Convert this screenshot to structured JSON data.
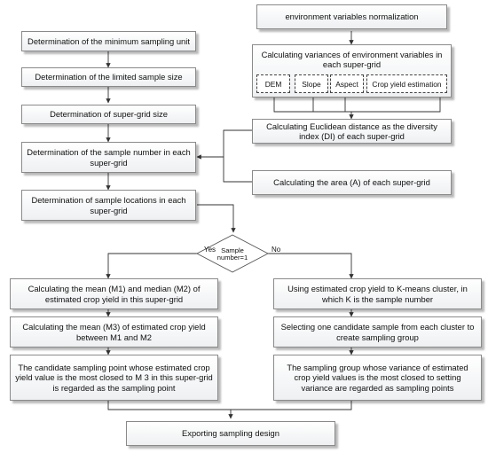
{
  "nodes": {
    "env_norm": "environment variables normalization",
    "min_unit": "Determination of the minimum sampling unit",
    "limited_size": "Determination of the limited sample size",
    "variances_title": "Calculating variances of environment variables in each super-grid",
    "super_grid_size": "Determination of super-grid size",
    "euclid": "Calculating Euclidean distance as the diversity index (DI) of each super-grid",
    "sample_number": "Determination of the sample number in each super-grid",
    "area": "Calculating the area (A) of each super-grid",
    "locations": "Determination of sample locations in each super-grid",
    "decision": "Sample number=1",
    "mean_median": "Calculating the mean (M1) and median (M2) of estimated crop yield in this super-grid",
    "kmeans": "Using estimated crop yield  to  K-means cluster, in which K is the sample number",
    "mean_m3": "Calculating the mean (M3) of estimated crop yield between M1 and M2",
    "select_one": "Selecting one candidate sample from each cluster to create sampling group",
    "candidate_point": "The candidate sampling point whose estimated crop yield value is the most closed to M 3 in this super-grid is regarded as the sampling point",
    "sampling_group": "The sampling group whose variance of  estimated crop yield values is the most closed to setting variance are regarded as sampling points",
    "export": "Exporting sampling design"
  },
  "variables": [
    "DEM",
    "Slope",
    "Aspect",
    "Crop yield estimation"
  ],
  "branches": {
    "yes": "Yes",
    "no": "No"
  }
}
